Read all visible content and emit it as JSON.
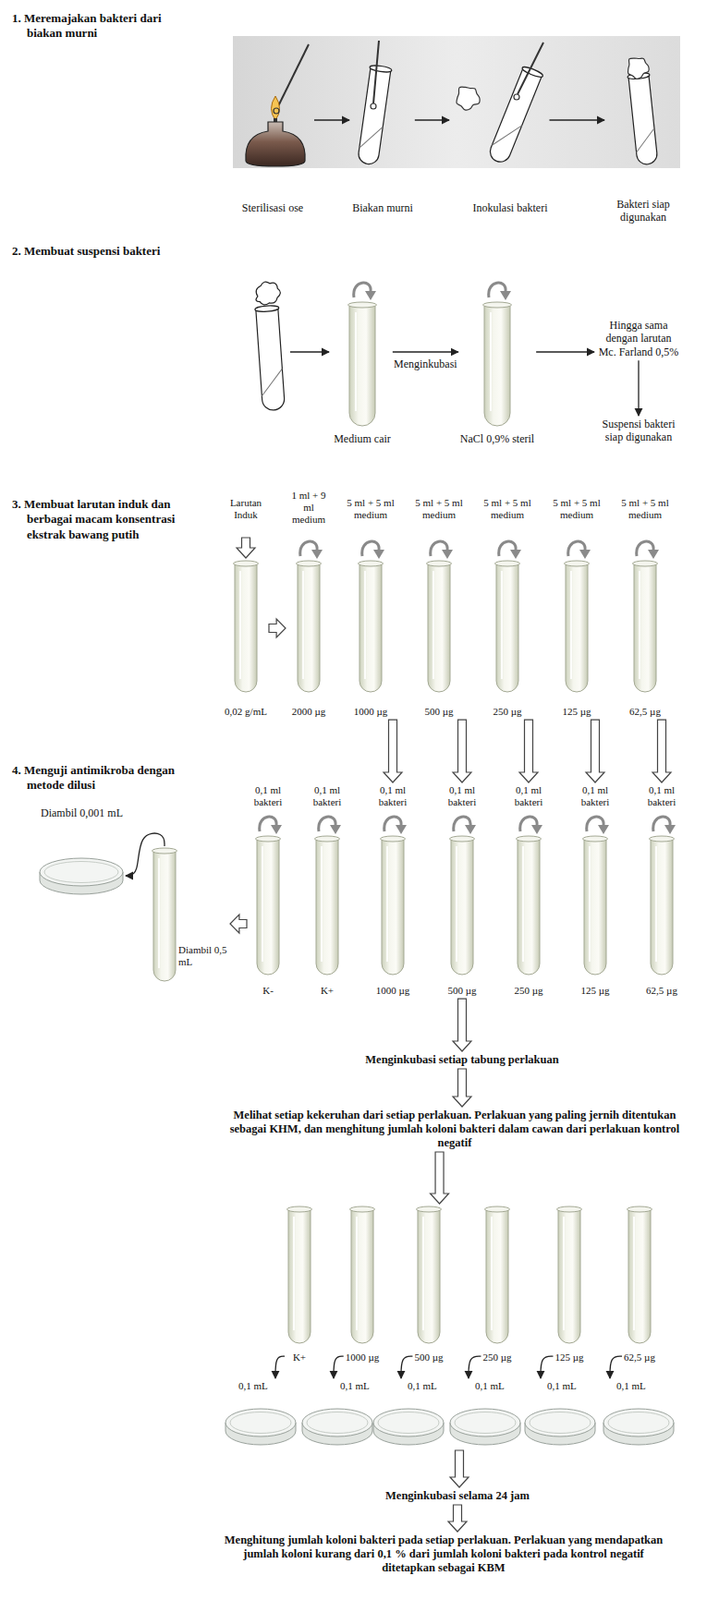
{
  "diagram": {
    "nodes": [
      {
        "text": [
          "Sterilisasi ose"
        ]
      },
      {
        "text": [
          "Biakan murni"
        ]
      },
      {
        "text": [
          "Inokulasi bakteri"
        ]
      },
      {
        "text": [
          "Bakteri siap digunakan"
        ]
      },
      {
        "text": [
          "Medium cair"
        ]
      },
      {
        "text": [
          "NaCl 0,9% steril"
        ]
      },
      {
        "text": [
          "Hingga sama dengan larutan Mc. Farland 0,5%"
        ]
      },
      {
        "text": [
          "Suspensi bakteri siap digunakan"
        ]
      },
      {
        "text": [
          "Larutan Induk",
          "0,02 g/mL"
        ]
      },
      {
        "text": [
          "1 ml + 9 ml medium",
          "2000 µg"
        ]
      },
      {
        "text": [
          "5 ml + 5 ml medium",
          "1000 µg"
        ]
      },
      {
        "text": [
          "5 ml + 5 ml medium",
          "500 µg"
        ]
      },
      {
        "text": [
          "5 ml + 5 ml medium",
          "250 µg"
        ]
      },
      {
        "text": [
          "5 ml + 5 ml medium",
          "125 µg"
        ]
      },
      {
        "text": [
          "5 ml + 5 ml medium",
          "62,5 µg"
        ]
      },
      {
        "text": [
          "0,1 ml bakteri",
          "K-"
        ]
      },
      {
        "text": [
          "0,1 ml bakteri",
          "K+"
        ]
      },
      {
        "text": [
          "0,1 ml bakteri",
          "1000 µg"
        ]
      },
      {
        "text": [
          "0,1 ml bakteri",
          "500 µg"
        ]
      },
      {
        "text": [
          "0,1 ml bakteri",
          "250 µg"
        ]
      },
      {
        "text": [
          "0,1 ml bakteri",
          "125 µg"
        ]
      },
      {
        "text": [
          "0,1 ml bakteri",
          "62,5 µg"
        ]
      },
      {
        "text": [
          "Diambil 0,5 mL"
        ]
      },
      {
        "text": [
          "Diambil 0,001 mL"
        ]
      },
      {
        "text": [
          "Menginkubasi setiap tabung perlakuan"
        ]
      },
      {
        "text": [
          "Melihat setiap kekeruhan dari setiap perlakuan. Perlakuan yang paling jernih ditentukan sebagai KHM, dan menghitung jumlah koloni bakteri dalam cawan dari perlakuan kontrol negatif"
        ]
      },
      {
        "text": [
          "K+"
        ]
      },
      {
        "text": [
          "1000 µg"
        ]
      },
      {
        "text": [
          "500 µg"
        ]
      },
      {
        "text": [
          "250 µg"
        ]
      },
      {
        "text": [
          "125 µg"
        ]
      },
      {
        "text": [
          "62,5 µg"
        ]
      },
      {
        "text": [
          "0,1 mL"
        ]
      },
      {
        "text": [
          "0,1 mL"
        ]
      },
      {
        "text": [
          "0,1 mL"
        ]
      },
      {
        "text": [
          "0,1 mL"
        ]
      },
      {
        "text": [
          "0,1 mL"
        ]
      },
      {
        "text": [
          "0,1 mL"
        ]
      },
      {
        "text": [
          "Menginkubasi selama 24 jam"
        ]
      },
      {
        "text": [
          "Menghitung jumlah koloni bakteri pada setiap perlakuan. Perlakuan yang mendapatkan jumlah koloni kurang dari 0,1 % dari jumlah koloni bakteri pada kontrol negatif ditetapkan sebagai KBM"
        ]
      }
    ],
    "edges": [
      {
        "from": 0,
        "to": 1,
        "arrow": "to"
      },
      {
        "from": 1,
        "to": 2,
        "arrow": "to"
      },
      {
        "from": 2,
        "to": 3,
        "arrow": "to"
      },
      {
        "from": 4,
        "to": 5,
        "label": "Menginkubasi",
        "arrow": "to"
      },
      {
        "from": 5,
        "to": 6,
        "arrow": "to"
      },
      {
        "from": 6,
        "to": 7,
        "arrow": "to"
      },
      {
        "from": 8,
        "to": 9,
        "arrow": "to"
      },
      {
        "from": 10,
        "to": 17,
        "arrow": "to"
      },
      {
        "from": 11,
        "to": 18,
        "arrow": "to"
      },
      {
        "from": 12,
        "to": 19,
        "arrow": "to"
      },
      {
        "from": 13,
        "to": 20,
        "arrow": "to"
      },
      {
        "from": 14,
        "to": 21,
        "arrow": "to"
      },
      {
        "from": 15,
        "to": 22,
        "arrow": "to"
      },
      {
        "from": 22,
        "to": 23,
        "arrow": "to"
      },
      {
        "from": 18,
        "to": 24,
        "arrow": "to"
      },
      {
        "from": 24,
        "to": 25,
        "arrow": "to"
      },
      {
        "from": 25,
        "to": 28,
        "arrow": "to"
      },
      {
        "from": 26,
        "to": 32,
        "arrow": "to"
      },
      {
        "from": 27,
        "to": 33,
        "arrow": "to"
      },
      {
        "from": 28,
        "to": 34,
        "arrow": "to"
      },
      {
        "from": 29,
        "to": 35,
        "arrow": "to"
      },
      {
        "from": 30,
        "to": 36,
        "arrow": "to"
      },
      {
        "from": 31,
        "to": 37,
        "arrow": "to"
      },
      {
        "from": 35,
        "to": 38,
        "arrow": "to"
      },
      {
        "from": 38,
        "to": 39,
        "arrow": "to"
      }
    ],
    "labels": [
      "1. Meremajakan bakteri dari biakan murni",
      "2. Membuat suspensi bakteri",
      "3. Membuat larutan induk dan berbagai macam konsentrasi ekstrak bawang putih",
      "4. Menguji antimikroba dengan metode dilusi"
    ]
  }
}
